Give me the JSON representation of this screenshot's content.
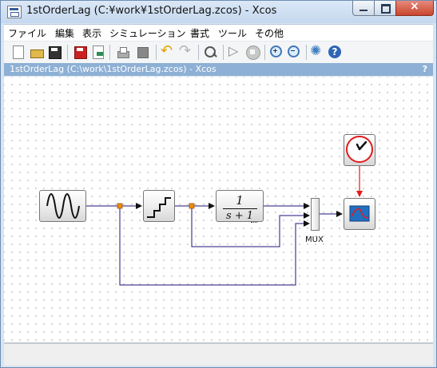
{
  "window": {
    "title": "1stOrderLag (C:¥work¥1stOrderLag.zcos) - Xcos",
    "controls": [
      "minimize-icon",
      "maximize-icon",
      "close-icon"
    ]
  },
  "menubar": {
    "items": [
      {
        "label": "ファイル"
      },
      {
        "label": "編集"
      },
      {
        "label": "表示"
      },
      {
        "label": "シミュレーション"
      },
      {
        "label": "書式"
      },
      {
        "label": "ツール"
      },
      {
        "label": "その他"
      }
    ]
  },
  "toolbar": {
    "icons": [
      "new-icon",
      "open-icon",
      "save-icon",
      "save-as-icon",
      "export-icon",
      "print-icon",
      "palette-icon",
      "undo-icon",
      "redo-icon",
      "zoom-view-icon",
      "start-icon",
      "stop-icon",
      "zoom-in-icon",
      "zoom-out-icon",
      "setup-icon",
      "help-icon"
    ]
  },
  "diagram": {
    "title": "1stOrderLag (C:\\work\\1stOrderLag.zcos) - Xcos",
    "help": "?",
    "blocks": {
      "transfer_numerator": "1",
      "transfer_denominator": "s + 1",
      "mux_label": "MUX"
    },
    "colors": {
      "link": "#1c1478",
      "event_link": "#e01b1b",
      "split_point": "#f08c00"
    }
  }
}
